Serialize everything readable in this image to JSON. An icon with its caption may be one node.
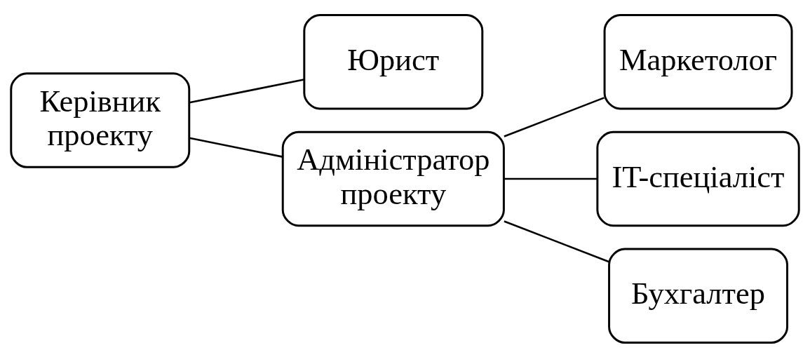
{
  "diagram": {
    "nodes": [
      {
        "text": [
          "Керівник проекту"
        ]
      },
      {
        "text": [
          "Юрист"
        ]
      },
      {
        "text": [
          "Адміністратор проекту"
        ]
      },
      {
        "text": [
          "Маркетолог"
        ]
      },
      {
        "text": [
          "IT-спеціаліст"
        ]
      },
      {
        "text": [
          "Бухгалтер"
        ]
      }
    ],
    "edges": [
      {
        "from": 0,
        "to": 1,
        "arrow": "none"
      },
      {
        "from": 0,
        "to": 2,
        "arrow": "none"
      },
      {
        "from": 2,
        "to": 3,
        "arrow": "none"
      },
      {
        "from": 2,
        "to": 4,
        "arrow": "none"
      },
      {
        "from": 2,
        "to": 5,
        "arrow": "none"
      }
    ]
  }
}
